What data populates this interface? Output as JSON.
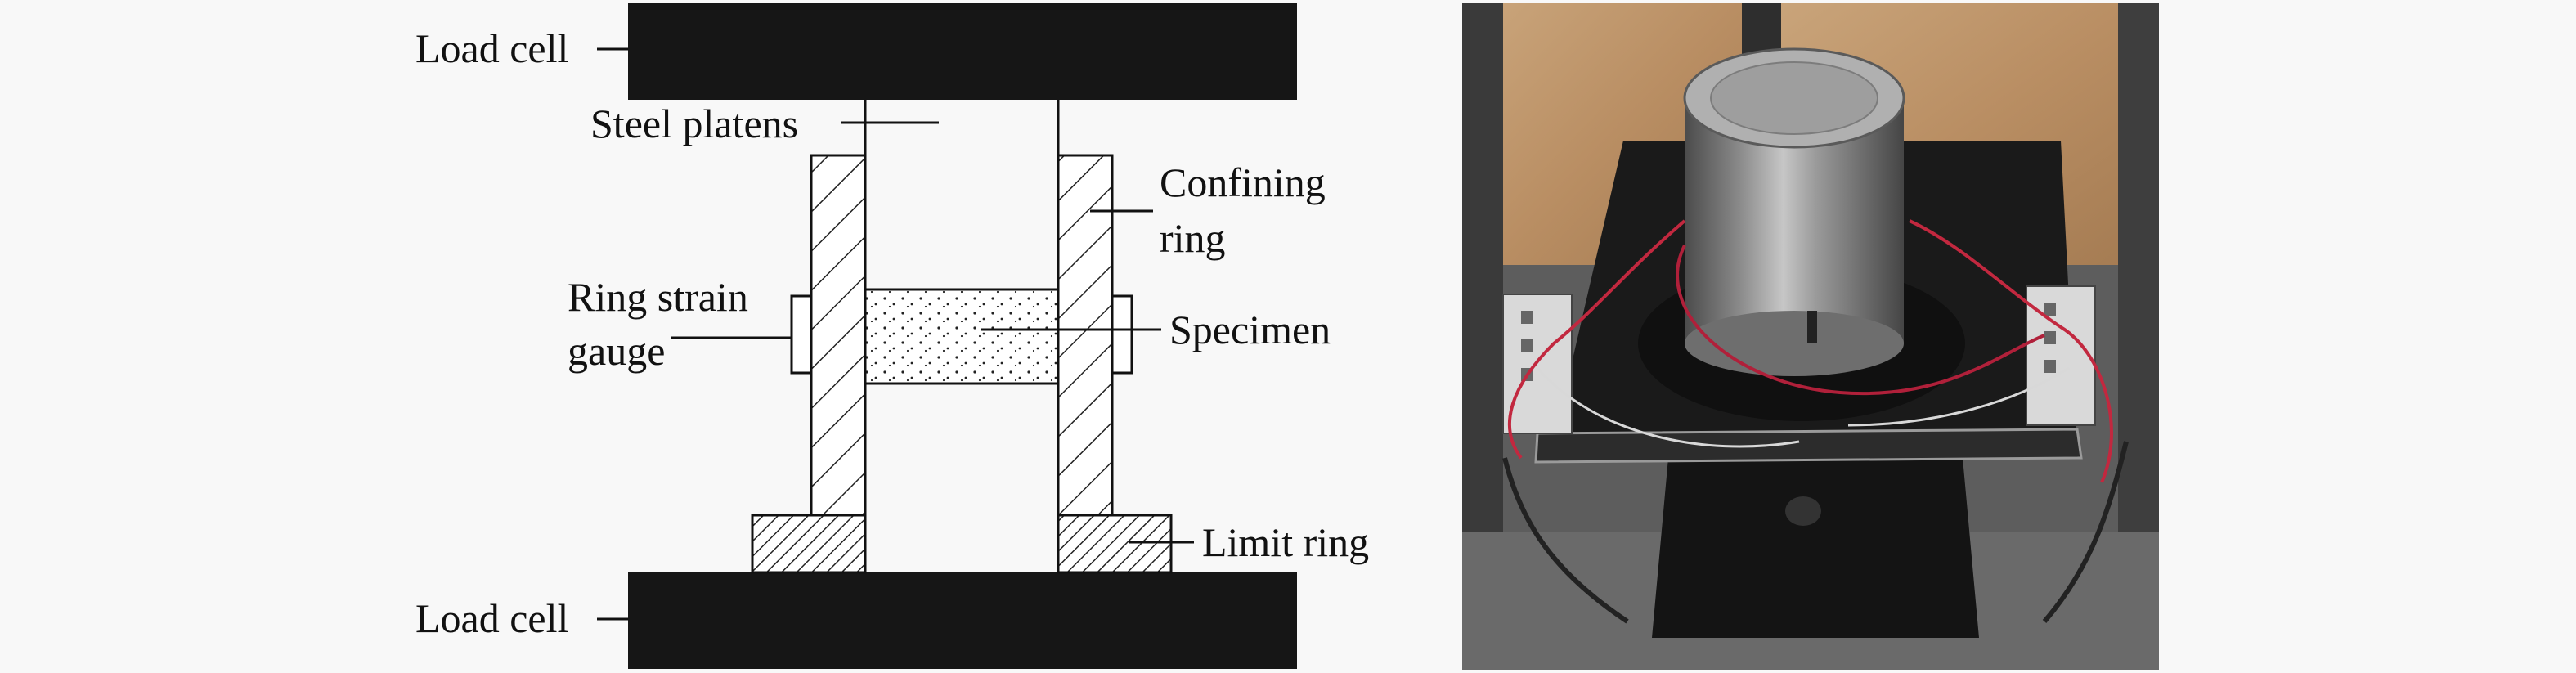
{
  "diagram": {
    "labels": {
      "load_cell_top": "Load cell",
      "steel_platens": "Steel platens",
      "confining_ring_line1": "Confining",
      "confining_ring_line2": "ring",
      "ring_strain_gauge_line1": "Ring strain",
      "ring_strain_gauge_line2": "gauge",
      "specimen": "Specimen",
      "limit_ring": "Limit ring",
      "load_cell_bottom": "Load cell"
    }
  },
  "photo": {
    "subject": "confining ring test setup with strain gauges mounted in loading frame"
  }
}
